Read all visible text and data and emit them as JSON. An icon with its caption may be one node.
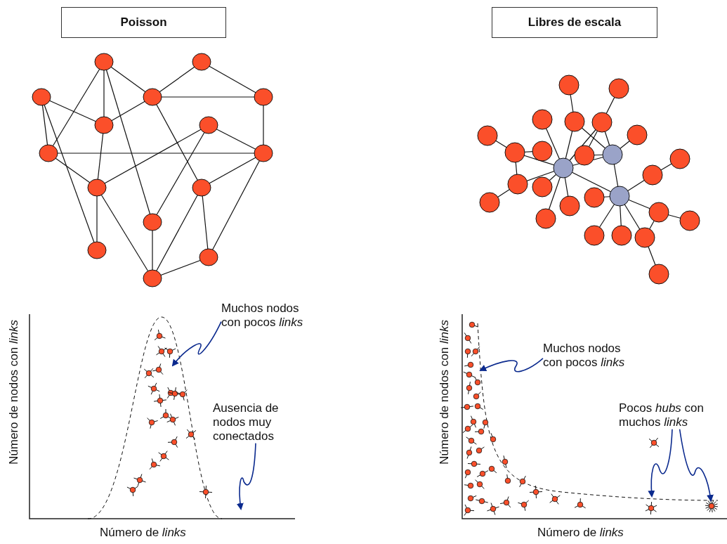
{
  "diagram": {
    "nodes": [
      {
        "text": [
          "Poisson"
        ]
      },
      {
        "text": [
          "Libres de escala"
        ]
      },
      {
        "text": [
          "Muchos nodos con pocos *links*"
        ]
      },
      {
        "text": [
          "Ausencia de nodos muy conectados"
        ]
      },
      {
        "text": [
          "Muchos nodos con pocos *links*"
        ]
      },
      {
        "text": [
          "Pocos *hubs* con muchos *links*"
        ]
      }
    ],
    "edges": [
      {
        "from": 2,
        "to": null,
        "arrow": "to"
      },
      {
        "from": 3,
        "to": null,
        "arrow": "to"
      },
      {
        "from": 4,
        "to": null,
        "arrow": "to"
      },
      {
        "from": 5,
        "to": null,
        "arrow": "to"
      },
      {
        "from": 5,
        "to": null,
        "arrow": "to"
      }
    ],
    "labels": [
      "Número de nodos con *links*",
      "Número de *links*",
      "Número de nodos con *links*",
      "Número de *links*"
    ]
  }
}
